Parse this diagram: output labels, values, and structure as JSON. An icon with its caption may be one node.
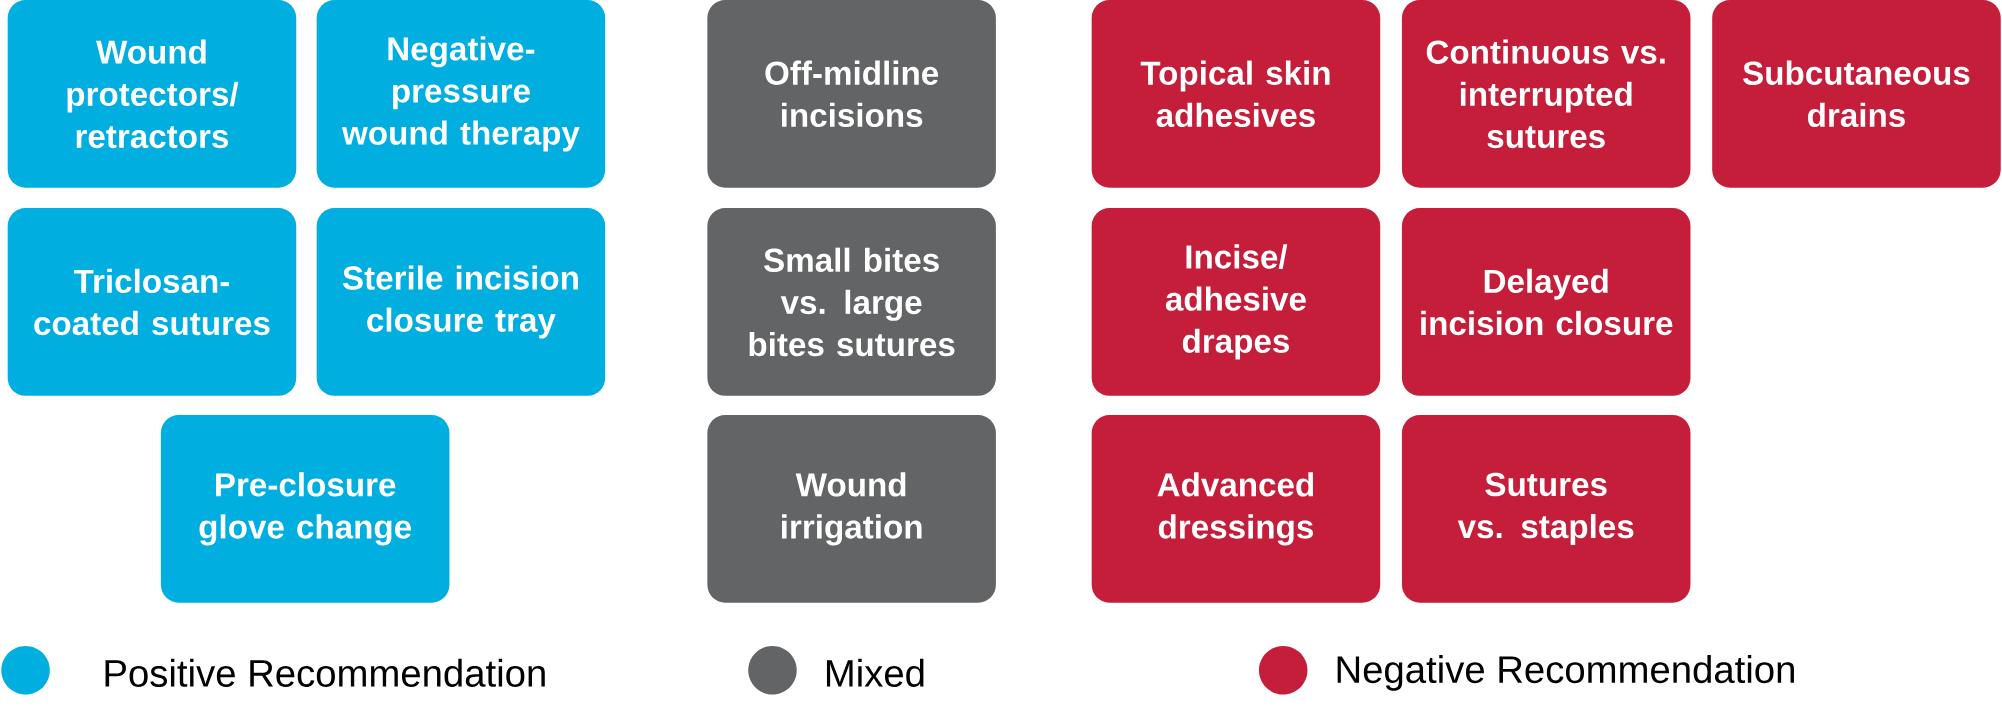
{
  "diagram": {
    "nodes": [
      {
        "text": [
          "Wound protectors/ retractors"
        ]
      },
      {
        "text": [
          "Negative-pressure wound therapy"
        ]
      },
      {
        "text": [
          "Triclosan-coated sutures"
        ]
      },
      {
        "text": [
          "Sterile incision closure tray"
        ]
      },
      {
        "text": [
          "Pre-closure glove change"
        ]
      },
      {
        "text": [
          "Off-midline incisions"
        ]
      },
      {
        "text": [
          "Small bites vs. large bites sutures"
        ]
      },
      {
        "text": [
          "Wound irrigation"
        ]
      },
      {
        "text": [
          "Topical skin adhesives"
        ]
      },
      {
        "text": [
          "Continuous vs. interrupted sutures"
        ]
      },
      {
        "text": [
          "Subcutaneous drains"
        ]
      },
      {
        "text": [
          "Incise/ adhesive drapes"
        ]
      },
      {
        "text": [
          "Delayed incision closure"
        ]
      },
      {
        "text": [
          "Advanced dressings"
        ]
      },
      {
        "text": [
          "Sutures vs. staples"
        ]
      }
    ],
    "legend": [
      {
        "text": "Positive Recommendation",
        "color": "#00aedf"
      },
      {
        "text": "Mixed",
        "color": "#636466"
      },
      {
        "text": "Negative Recommendation",
        "color": "#c41e3a"
      }
    ]
  }
}
